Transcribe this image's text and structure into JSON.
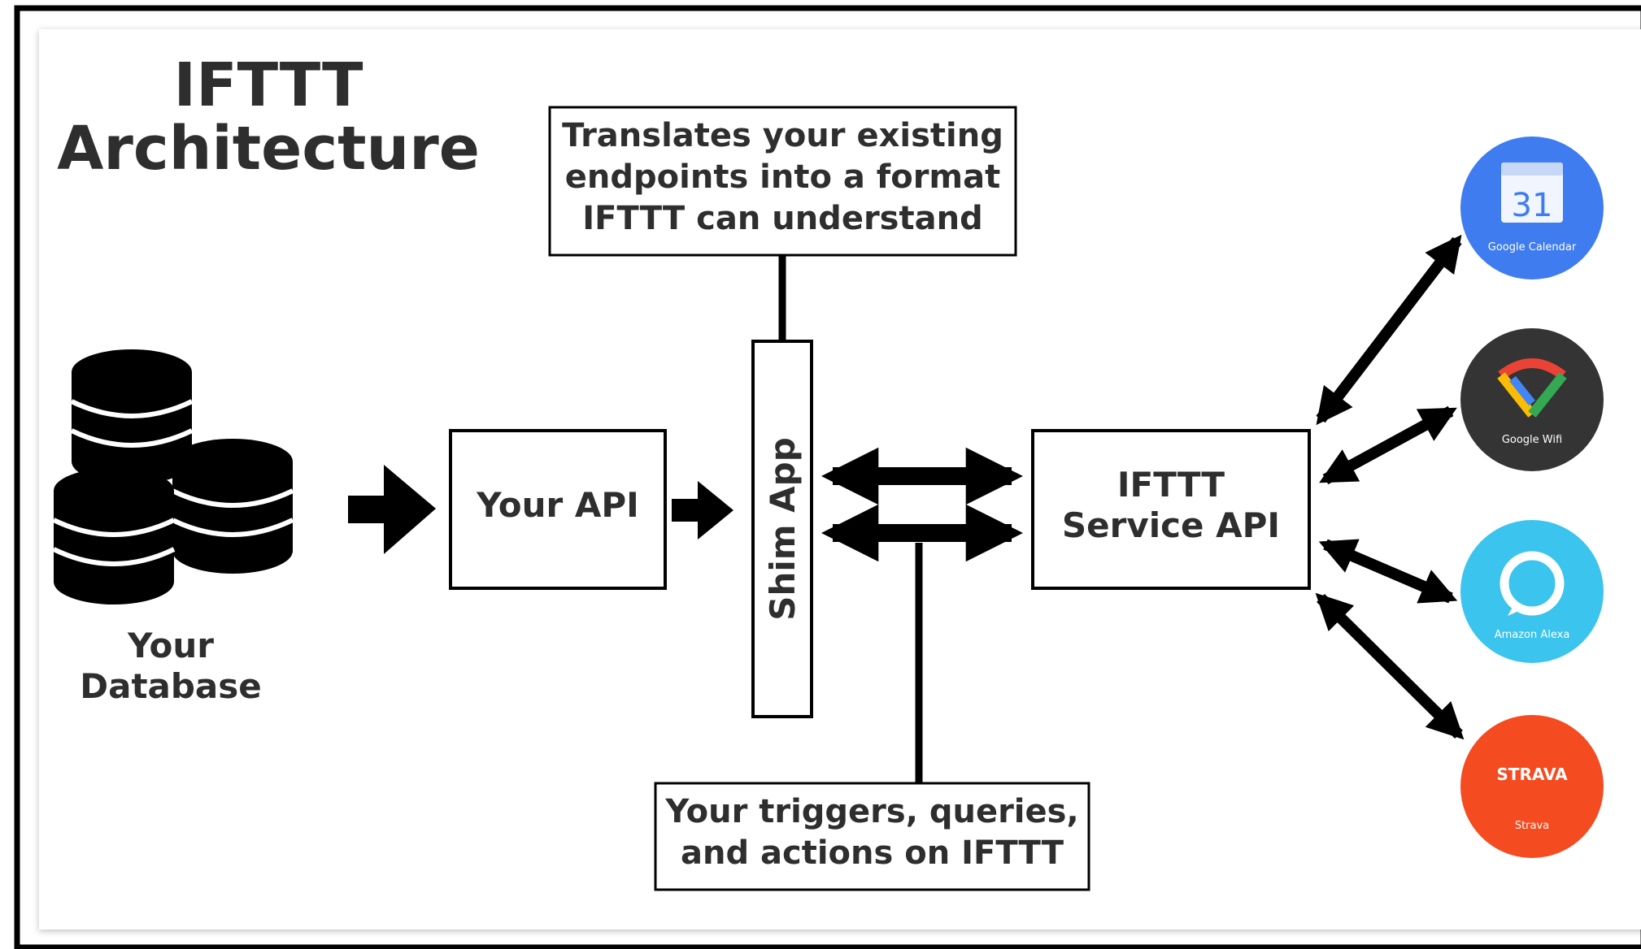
{
  "title": {
    "line1": "IFTTT",
    "line2": "Architecture"
  },
  "database": {
    "line1": "Your",
    "line2": "Database"
  },
  "nodes": {
    "your_api": "Your API",
    "shim_app": "Shim App",
    "ifttt_service_api_line1": "IFTTT",
    "ifttt_service_api_line2": "Service API"
  },
  "callouts": {
    "shim_note": [
      "Translates your existing",
      "endpoints into a format",
      "IFTTT can understand"
    ],
    "triggers_note": [
      "Your triggers, queries,",
      "and actions on IFTTT"
    ]
  },
  "services": [
    {
      "name": "Google Calendar",
      "icon": "google-calendar-icon",
      "color": "#3e7cf0",
      "badge": "31"
    },
    {
      "name": "Google Wifi",
      "icon": "google-wifi-icon",
      "color": "#343434"
    },
    {
      "name": "Amazon Alexa",
      "icon": "amazon-alexa-icon",
      "color": "#3bc4ee"
    },
    {
      "name": "Strava",
      "icon": "strava-icon",
      "color": "#f44b21",
      "badge": "STRAVA"
    }
  ],
  "colors": {
    "frame": "#000000",
    "text": "#2e2e2e",
    "background": "#ffffff"
  }
}
